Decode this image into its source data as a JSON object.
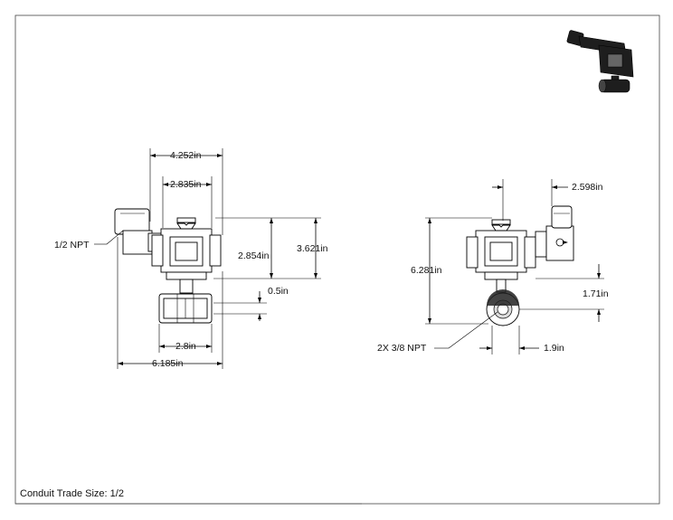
{
  "left_view": {
    "dims": {
      "width_top": "4.252in",
      "width_inner": "2.835in",
      "height_body": "2.854in",
      "height_total": "3.621in",
      "offset": "0.5in",
      "width_bottom": "2.8in",
      "width_total": "6.185in"
    },
    "callout": "1/2 NPT"
  },
  "right_view": {
    "dims": {
      "width_top": "2.598in",
      "height_total": "6.281in",
      "height_right": "1.71in",
      "width_bottom": "1.9in"
    },
    "callout": "2X 3/8 NPT"
  },
  "footer": "Conduit Trade Size: 1/2",
  "colors": {
    "line": "#000000",
    "iso_body": "#2a2a2a"
  }
}
